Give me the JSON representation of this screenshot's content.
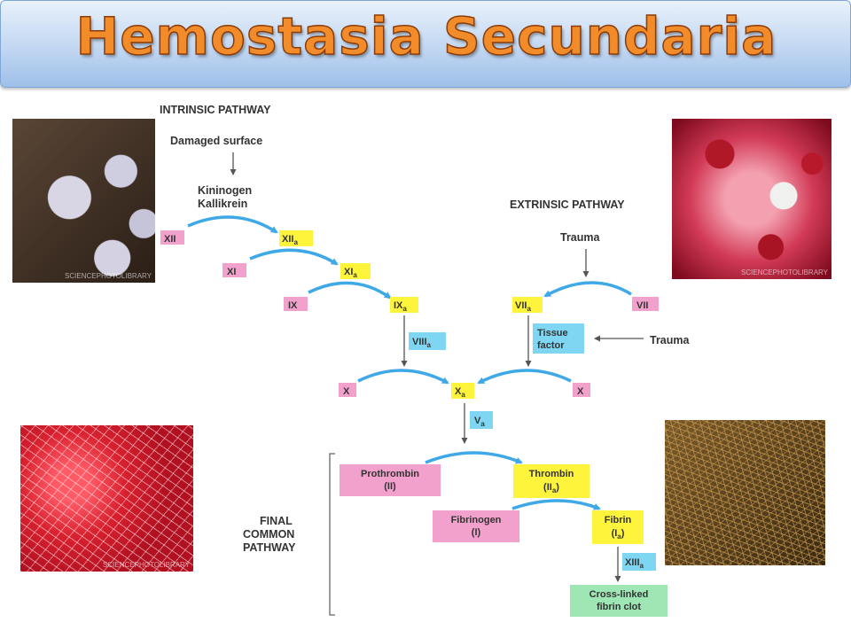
{
  "title": "Hemostasia Secundaria",
  "colors": {
    "pink": "#f2a0cc",
    "yellow": "#fff43c",
    "blue": "#7fd6f2",
    "green": "#9ee6b4",
    "arrow_blue": "#3fa8e6",
    "title_orange": "#f28c2a"
  },
  "photos": [
    {
      "name": "platelets-micrograph",
      "watermark": "SCIENCEPHOTOLIBRARY"
    },
    {
      "name": "blood-vessel-cells",
      "watermark": "SCIENCEPHOTOLIBRARY"
    },
    {
      "name": "red-blood-cells-fibrin",
      "watermark": "SCIENCEPHOTOLIBRARY"
    },
    {
      "name": "fibrin-mesh"
    }
  ],
  "intrinsic": {
    "heading": "INTRINSIC PATHWAY",
    "damaged": "Damaged surface",
    "kininogen": "Kininogen",
    "kallikrein": "Kallikrein",
    "xii": "XII",
    "xiia": "XII",
    "xi": "XI",
    "xia": "XI",
    "ix": "IX",
    "ixa": "IX",
    "viiia": "VIII"
  },
  "extrinsic": {
    "heading": "EXTRINSIC PATHWAY",
    "trauma1": "Trauma",
    "vii": "VII",
    "viia": "VII",
    "tissue1": "Tissue",
    "tissue2": "factor",
    "trauma2": "Trauma"
  },
  "common": {
    "x_left": "X",
    "xa": "X",
    "x_right": "X",
    "va": "V",
    "prothrombin1": "Prothrombin",
    "prothrombin2": "(II)",
    "thrombin1": "Thrombin",
    "thrombin2_main": "(II",
    "thrombin2_close": ")",
    "fibrinogen1": "Fibrinogen",
    "fibrinogen2": "(I)",
    "fibrin1": "Fibrin",
    "fibrin2_main": "(I",
    "fibrin2_close": ")",
    "xiiia": "XIII",
    "clot1": "Cross-linked",
    "clot2": "fibrin clot",
    "final1": "FINAL",
    "final2": "COMMON",
    "final3": "PATHWAY"
  },
  "subscript": "a"
}
